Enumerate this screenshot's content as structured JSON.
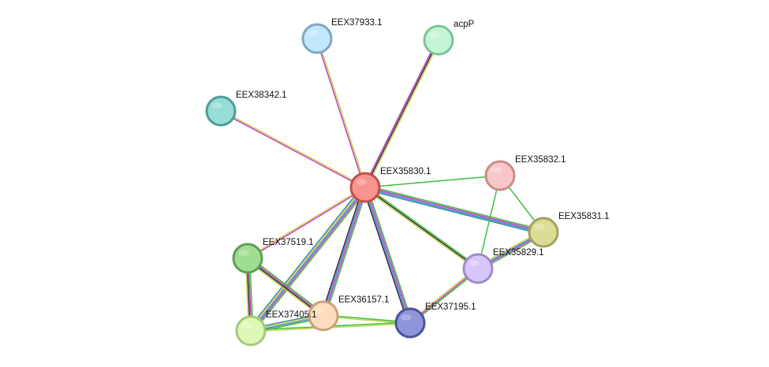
{
  "network": {
    "nodes": [
      {
        "id": "EEX35830.1",
        "label": "EEX35830.1",
        "fill": "#f99390",
        "stroke": "#c34f4c"
      },
      {
        "id": "EEX37933.1",
        "label": "EEX37933.1",
        "fill": "#c2e6fb",
        "stroke": "#7da7c7"
      },
      {
        "id": "acpP",
        "label": "acpP",
        "fill": "#c4f5d5",
        "stroke": "#7ec396"
      },
      {
        "id": "EEX38342.1",
        "label": "EEX38342.1",
        "fill": "#95ddd6",
        "stroke": "#4f9d95"
      },
      {
        "id": "EEX35832.1",
        "label": "EEX35832.1",
        "fill": "#f7c6c6",
        "stroke": "#c98b8b"
      },
      {
        "id": "EEX35831.1",
        "label": "EEX35831.1",
        "fill": "#dcdc96",
        "stroke": "#a2a25a"
      },
      {
        "id": "EEX35829.1",
        "label": "EEX35829.1",
        "fill": "#d6c6f9",
        "stroke": "#9f89c9"
      },
      {
        "id": "EEX37519.1",
        "label": "EEX37519.1",
        "fill": "#9fdd90",
        "stroke": "#5e9f52"
      },
      {
        "id": "EEX36157.1",
        "label": "EEX36157.1",
        "fill": "#fcdcbc",
        "stroke": "#c9a27d"
      },
      {
        "id": "EEX37195.1",
        "label": "EEX37195.1",
        "fill": "#8e95d9",
        "stroke": "#4a529a"
      },
      {
        "id": "EEX37405.1",
        "label": "EEX37405.1",
        "fill": "#ddf8b5",
        "stroke": "#a6c87a"
      }
    ],
    "edges": [
      {
        "source": "EEX35830.1",
        "target": "EEX37933.1",
        "colors": [
          "#c73cc7",
          "#c8d24a"
        ]
      },
      {
        "source": "EEX35830.1",
        "target": "acpP",
        "colors": [
          "#c73cc7",
          "#2d2d2d",
          "#c8d24a"
        ]
      },
      {
        "source": "EEX35830.1",
        "target": "EEX38342.1",
        "colors": [
          "#c73cc7",
          "#c8d24a"
        ]
      },
      {
        "source": "EEX35830.1",
        "target": "EEX35832.1",
        "colors": [
          "#3cbf3c"
        ]
      },
      {
        "source": "EEX35830.1",
        "target": "EEX35831.1",
        "colors": [
          "#3cbf3c",
          "#c73cc7",
          "#4a7fd6",
          "#2d8f8f"
        ]
      },
      {
        "source": "EEX35830.1",
        "target": "EEX35829.1",
        "colors": [
          "#3cbf3c",
          "#2d2d2d",
          "#c8d24a"
        ]
      },
      {
        "source": "EEX35830.1",
        "target": "EEX37519.1",
        "colors": [
          "#c73cc7",
          "#c8d24a"
        ]
      },
      {
        "source": "EEX35830.1",
        "target": "EEX36157.1",
        "colors": [
          "#3cbf3c",
          "#c73cc7",
          "#4a7fd6",
          "#2d2d2d"
        ]
      },
      {
        "source": "EEX35830.1",
        "target": "EEX37195.1",
        "colors": [
          "#3cbf3c",
          "#c73cc7",
          "#4a7fd6",
          "#2d2d2d"
        ]
      },
      {
        "source": "EEX35830.1",
        "target": "EEX37405.1",
        "colors": [
          "#3cbf3c",
          "#c73cc7",
          "#4a7fd6",
          "#c8d24a",
          "#2d8f8f"
        ]
      },
      {
        "source": "EEX35832.1",
        "target": "EEX35831.1",
        "colors": [
          "#3cbf3c"
        ]
      },
      {
        "source": "EEX35832.1",
        "target": "EEX35829.1",
        "colors": [
          "#3cbf3c"
        ]
      },
      {
        "source": "EEX35831.1",
        "target": "EEX35829.1",
        "colors": [
          "#3cbf3c",
          "#c73cc7",
          "#4a7fd6",
          "#c8d24a"
        ]
      },
      {
        "source": "EEX35829.1",
        "target": "EEX37195.1",
        "colors": [
          "#3cbf3c",
          "#c73cc7",
          "#c8d24a"
        ]
      },
      {
        "source": "EEX37519.1",
        "target": "EEX36157.1",
        "colors": [
          "#3cbf3c",
          "#c73cc7",
          "#2d2d2d",
          "#c8d24a"
        ]
      },
      {
        "source": "EEX37519.1",
        "target": "EEX37405.1",
        "colors": [
          "#3cbf3c",
          "#c73cc7",
          "#2d2d2d",
          "#c8d24a"
        ]
      },
      {
        "source": "EEX36157.1",
        "target": "EEX37195.1",
        "colors": [
          "#3cbf3c",
          "#c8d24a"
        ]
      },
      {
        "source": "EEX36157.1",
        "target": "EEX37405.1",
        "colors": [
          "#3cbf3c",
          "#4a7fd6",
          "#c8d24a",
          "#2d8f8f"
        ]
      },
      {
        "source": "EEX37405.1",
        "target": "EEX37195.1",
        "colors": [
          "#3cbf3c",
          "#c8d24a"
        ]
      }
    ]
  }
}
